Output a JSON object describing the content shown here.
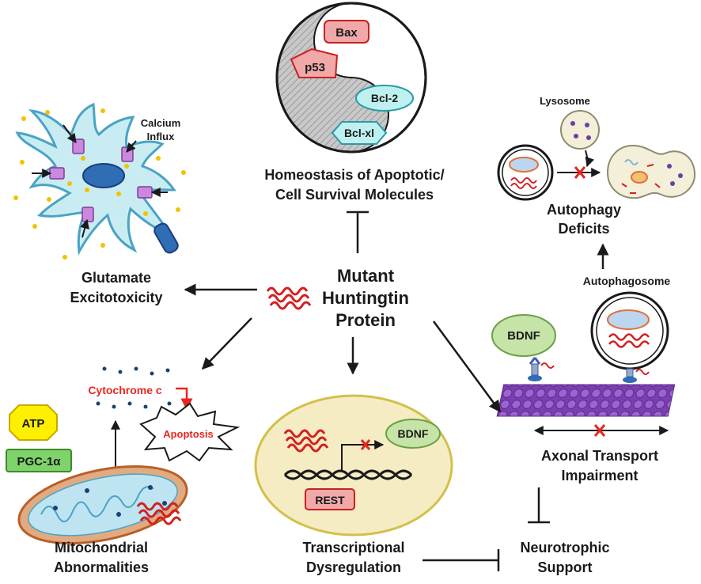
{
  "center": {
    "line1": "Mutant",
    "line2": "Huntingtin",
    "line3": "Protein"
  },
  "apoptotic": {
    "title_line1": "Homeostasis of Apoptotic/",
    "title_line2": "Cell Survival Molecules",
    "bax": "Bax",
    "p53": "p53",
    "bcl2": "Bcl-2",
    "bclxl": "Bcl-xl"
  },
  "glutamate": {
    "title_line1": "Glutamate",
    "title_line2": "Excitotoxicity",
    "calcium_line1": "Calcium",
    "calcium_line2": "Influx"
  },
  "autophagy": {
    "lysosome": "Lysosome",
    "title_line1": "Autophagy",
    "title_line2": "Deficits",
    "autophagosome": "Autophagosome"
  },
  "axonal": {
    "bdnf": "BDNF",
    "title_line1": "Axonal Transport",
    "title_line2": "Impairment"
  },
  "neurotrophic": {
    "title_line1": "Neurotrophic",
    "title_line2": "Support"
  },
  "transcription": {
    "bdnf": "BDNF",
    "rest": "REST",
    "title_line1": "Transcriptional",
    "title_line2": "Dysregulation"
  },
  "mito": {
    "cytochrome": "Cytochrome c",
    "apoptosis": "Apoptosis",
    "atp": "ATP",
    "pgc": "PGC-1α",
    "title_line1": "Mitochondrial",
    "title_line2": "Abnormalities"
  },
  "colors": {
    "red": "#e8261f",
    "protein_red": "#d42020",
    "cell_blue": "#c9ecf3",
    "nucleus": "#2f6db5",
    "channel": "#cc88dd",
    "cream": "#f5ecc4",
    "green_oval": "#c6e4a8",
    "purple": "#8b4ec7",
    "mito_orange": "#e2aa80",
    "atp_yellow": "#ffef00",
    "pgc_green": "#7ed36a",
    "rest_pink": "#f0a8a8",
    "bcl_cyan": "#bff0f0",
    "ion_dot": "#f2c200"
  }
}
